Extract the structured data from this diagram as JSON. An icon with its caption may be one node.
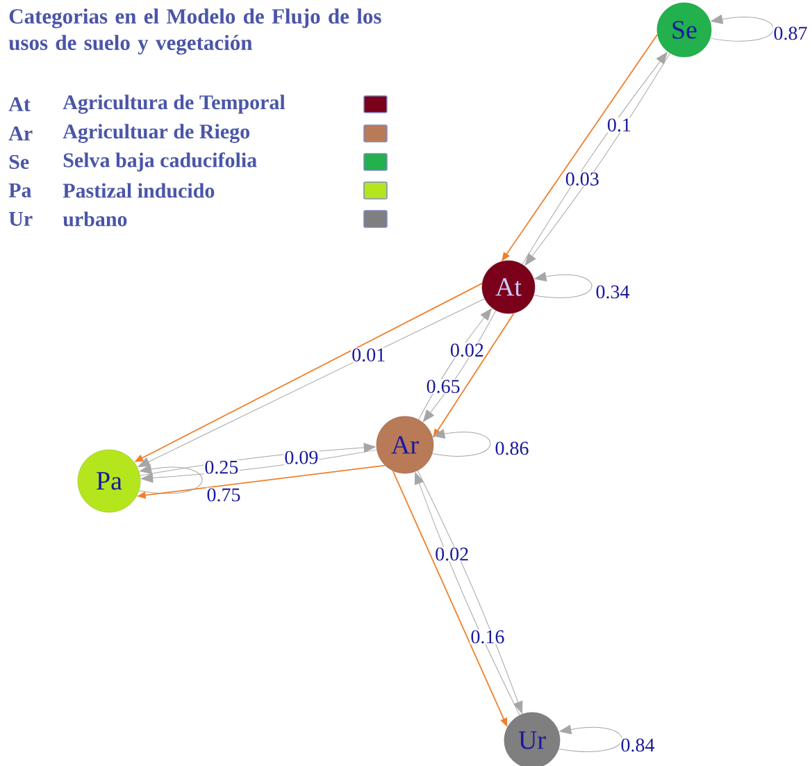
{
  "diagram": {
    "title": "Categorias en el Modelo de Flujo de los usos de suelo y vegetación",
    "nodes": [
      {
        "text": [
          "Se"
        ]
      },
      {
        "text": [
          "At"
        ]
      },
      {
        "text": [
          "Ar"
        ]
      },
      {
        "text": [
          "Pa"
        ]
      },
      {
        "text": [
          "Ur"
        ]
      }
    ],
    "edges": [
      {
        "from": 0,
        "to": 0,
        "arrow": "to",
        "label": "0.87"
      },
      {
        "from": 1,
        "to": 0,
        "arrow": "to",
        "label": "0.1"
      },
      {
        "from": 0,
        "to": 1,
        "arrow": "to",
        "label": "0.03"
      },
      {
        "from": 0,
        "to": 1,
        "arrow": "to",
        "color": "#f07f2a"
      },
      {
        "from": 1,
        "to": 1,
        "arrow": "to",
        "label": "0.34"
      },
      {
        "from": 1,
        "to": 3,
        "arrow": "to",
        "label": "0.01"
      },
      {
        "from": 1,
        "to": 3,
        "arrow": "to",
        "color": "#f07f2a"
      },
      {
        "from": 2,
        "to": 1,
        "arrow": "to",
        "label": "0.02"
      },
      {
        "from": 1,
        "to": 2,
        "arrow": "to",
        "label": "0.65"
      },
      {
        "from": 1,
        "to": 2,
        "arrow": "to",
        "color": "#f07f2a"
      },
      {
        "from": 2,
        "to": 2,
        "arrow": "to",
        "label": "0.86"
      },
      {
        "from": 3,
        "to": 2,
        "arrow": "to",
        "label": "0.09"
      },
      {
        "from": 2,
        "to": 3,
        "arrow": "to",
        "label": "0.25"
      },
      {
        "from": 3,
        "to": 3,
        "arrow": "to",
        "label": "0.75"
      },
      {
        "from": 2,
        "to": 3,
        "arrow": "to",
        "color": "#f07f2a"
      },
      {
        "from": 4,
        "to": 2,
        "arrow": "to",
        "label": "0.02"
      },
      {
        "from": 2,
        "to": 4,
        "arrow": "to",
        "label": "0.16"
      },
      {
        "from": 2,
        "to": 4,
        "arrow": "to",
        "color": "#f07f2a"
      },
      {
        "from": 4,
        "to": 4,
        "arrow": "to",
        "label": "0.84"
      }
    ],
    "labels": [
      "At",
      "Ar",
      "Se",
      "Pa",
      "Ur"
    ],
    "legend": [
      {
        "text": "Agricultura de Temporal",
        "color": "#7b0019"
      },
      {
        "text": "Agricultuar de Riego",
        "color": "#b97a57"
      },
      {
        "text": "Selva baja caducifolia",
        "color": "#22b14c"
      },
      {
        "text": "Pastizal inducido",
        "color": "#b5e61d"
      },
      {
        "text": "urbano",
        "color": "#7f7f7f"
      }
    ]
  }
}
